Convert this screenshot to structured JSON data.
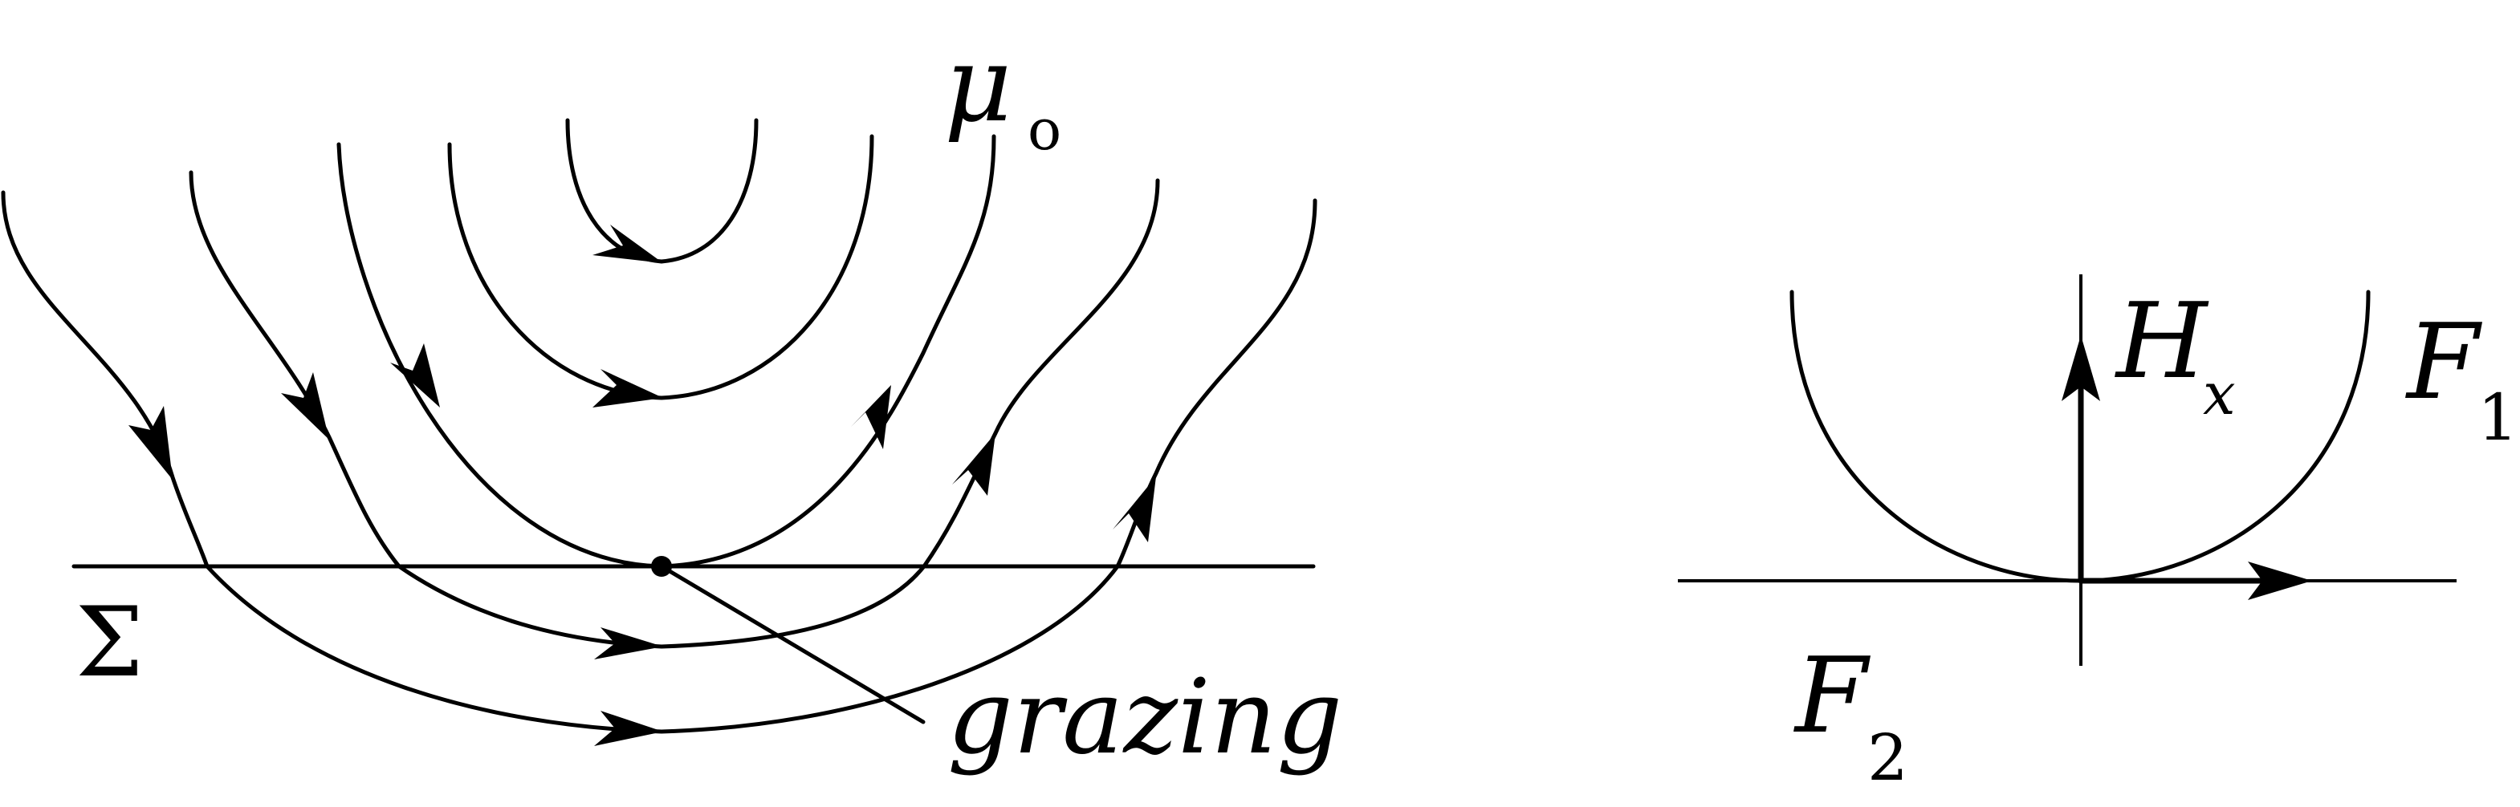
{
  "left_panel": {
    "mu_label": "μ",
    "mu_subscript": "o",
    "sigma_label": "Σ",
    "grazing_label": "grazing"
  },
  "right_panel": {
    "hx_label": "H",
    "hx_subscript": "x",
    "f1_label": "F",
    "f1_subscript": "1",
    "f2_label": "F",
    "f2_subscript": "2"
  },
  "colors": {
    "stroke": "#000000",
    "background": "#ffffff"
  }
}
